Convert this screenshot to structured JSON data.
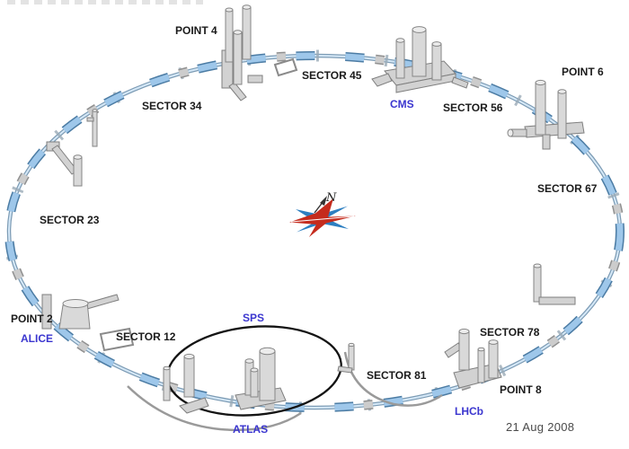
{
  "labels": {
    "point4": "POINT 4",
    "sector45": "SECTOR 45",
    "sector34": "SECTOR 34",
    "sector23": "SECTOR 23",
    "point2": "POINT 2",
    "alice": "ALICE",
    "sector12": "SECTOR 12",
    "sps": "SPS",
    "atlas": "ATLAS",
    "cms": "CMS",
    "sector56": "SECTOR 56",
    "point6": "POINT 6",
    "sector67": "SECTOR 67",
    "sector78": "SECTOR 78",
    "sector81": "SECTOR 81",
    "point8": "POINT 8",
    "lhcb": "LHCb"
  },
  "footer": {
    "date": "21 Aug 2008"
  },
  "compass": {
    "north": "N"
  },
  "colors": {
    "ring_blue": "#9ec7ea",
    "ring_edge": "#4c7ca4",
    "experiment_label_blue": "#3b36cf",
    "label_black": "#1b1b1b",
    "date_gray": "#4a4a4a",
    "compass_red": "#c52b1d",
    "compass_blue": "#2d7fc1",
    "building_gray": "#d9d9d9",
    "sps_ring_black": "#141414"
  }
}
